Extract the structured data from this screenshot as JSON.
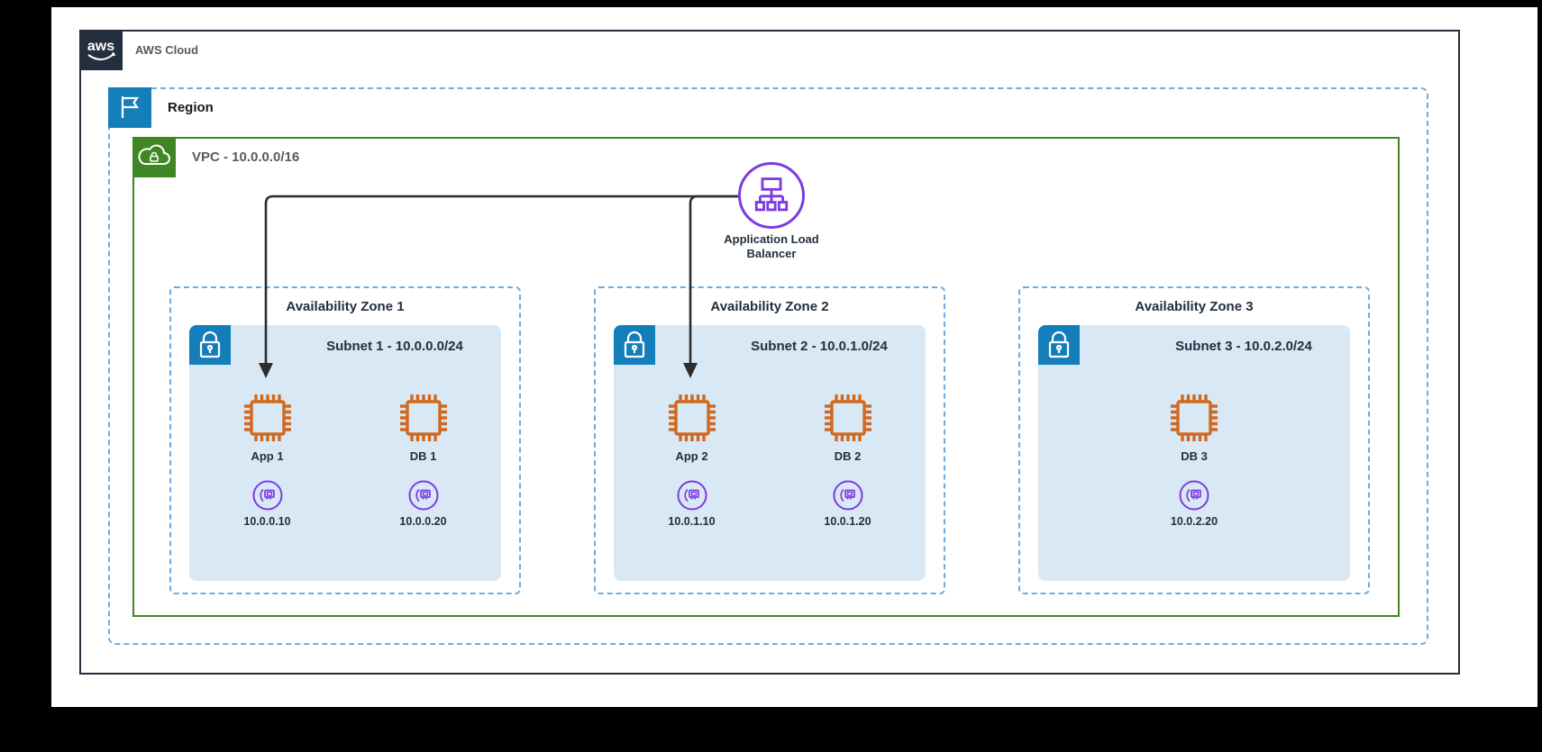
{
  "diagram": {
    "aws_cloud": {
      "label": "AWS Cloud",
      "logo_text": "aws"
    },
    "region": {
      "label": "Region"
    },
    "vpc": {
      "label": "VPC - 10.0.0.0/16"
    },
    "alb": {
      "label": "Application Load Balancer"
    },
    "zones": [
      {
        "title": "Availability Zone 1",
        "subnet_label": "Subnet 1 - 10.0.0.0/24",
        "instances": [
          {
            "name": "App 1",
            "ip": "10.0.0.10"
          },
          {
            "name": "DB 1",
            "ip": "10.0.0.20"
          }
        ]
      },
      {
        "title": "Availability Zone 2",
        "subnet_label": "Subnet 2 - 10.0.1.0/24",
        "instances": [
          {
            "name": "App 2",
            "ip": "10.0.1.10"
          },
          {
            "name": "DB 2",
            "ip": "10.0.1.20"
          }
        ]
      },
      {
        "title": "Availability Zone 3",
        "subnet_label": "Subnet 3 - 10.0.2.0/24",
        "instances": [
          {
            "name": "DB 3",
            "ip": "10.0.2.20"
          }
        ]
      }
    ],
    "connections": [
      {
        "from": "Application Load Balancer",
        "to": "App 1"
      },
      {
        "from": "Application Load Balancer",
        "to": "App 2"
      }
    ],
    "icons": {
      "aws_cloud": "aws-logo",
      "region": "flag-icon",
      "vpc": "cloud-lock-icon",
      "subnet": "lock-icon",
      "instance": "chip-icon",
      "network_interface": "network-card-icon",
      "load_balancer": "load-balancer-tree-icon"
    },
    "colors": {
      "aws_navy": "#232F3E",
      "region_blue": "#147EBA",
      "vpc_green": "#3F8624",
      "subnet_fill": "#D8E9F5",
      "dashed_border_blue": "#6CACDE",
      "instance_orange": "#D0691F",
      "purple": "#7E3BE2",
      "connector": "#2D2D2D"
    }
  }
}
